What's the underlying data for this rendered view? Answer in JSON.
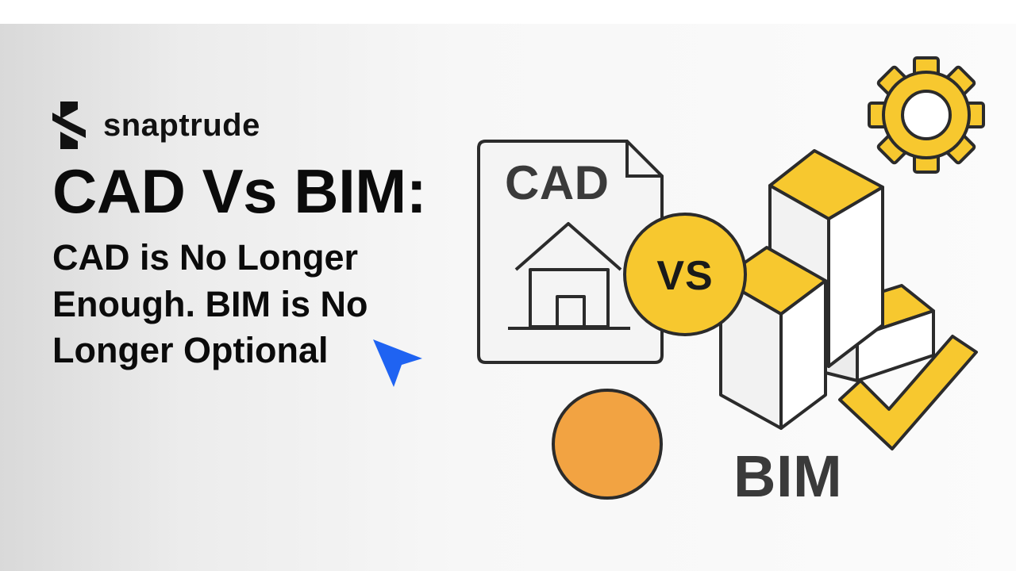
{
  "brand": {
    "name": "snaptrude"
  },
  "headline": {
    "title": "CAD Vs BIM:",
    "subtitle": "CAD is No Longer Enough. BIM is No Longer Optional"
  },
  "illustration": {
    "cad_label": "CAD",
    "vs_label": "VS",
    "bim_label": "BIM",
    "icons": [
      "house-icon",
      "gear-icon",
      "checkmark-icon",
      "cursor-arrow-icon"
    ]
  },
  "colors": {
    "yellow": "#f7c82f",
    "orange": "#f2a342",
    "cursor_blue": "#1f63f2",
    "outline": "#2b2b2b"
  }
}
